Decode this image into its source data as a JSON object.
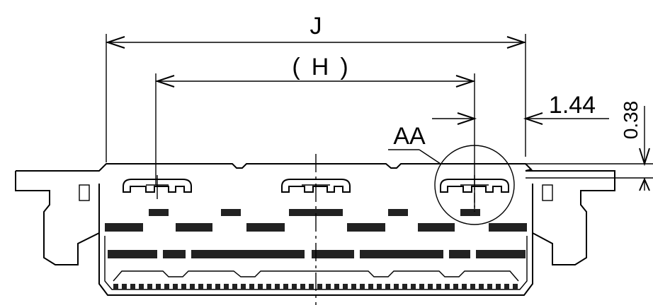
{
  "labels": {
    "overall_width": "J",
    "pitch_span": "H",
    "pitch_span_paren_left": "(",
    "pitch_span_paren_right": ")",
    "offset": "1.44",
    "height": "0.38",
    "detail": "AA"
  }
}
